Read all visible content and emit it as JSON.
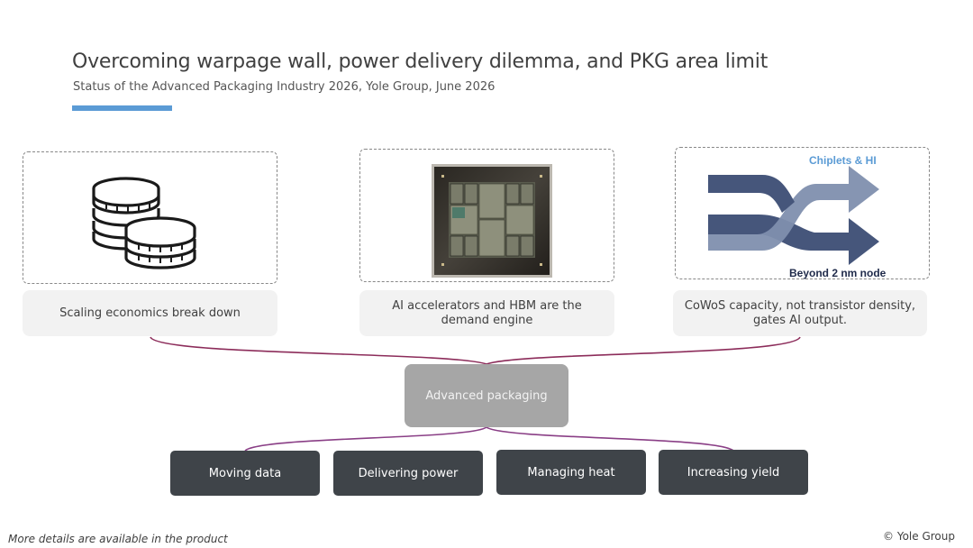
{
  "header": {
    "title": "Overcoming warpage wall, power delivery dilemma, and PKG area limit",
    "subtitle": "Status of the Advanced Packaging Industry 2026, Yole Group, June 2026"
  },
  "drivers": [
    {
      "caption": "Scaling economics break down",
      "icon": "coins-stack-icon"
    },
    {
      "caption": "AI accelerators and HBM are the demand engine",
      "icon": "ai-chip-photo"
    },
    {
      "caption": "CoWoS capacity, not transistor density, gates AI output.",
      "icon": "crossing-arrows-icon",
      "diagram_labels": {
        "top": "Chiplets & HI",
        "bottom": "Beyond 2 nm node"
      }
    }
  ],
  "hub": {
    "label": "Advanced packaging"
  },
  "pillars": [
    "Moving data",
    "Delivering power",
    "Managing heat",
    "Increasing yield"
  ],
  "footer": {
    "note": "More details are available in the product",
    "copyright": "© Yole Group"
  },
  "colors": {
    "accent_bar": "#5b9bd5",
    "connector": "#8c2c5a",
    "hub": "#a6a6a6",
    "pillar": "#3f4449",
    "caption_bg": "#f2f2f2",
    "arrow_light": "#7f8fae",
    "arrow_dark": "#46567b"
  }
}
